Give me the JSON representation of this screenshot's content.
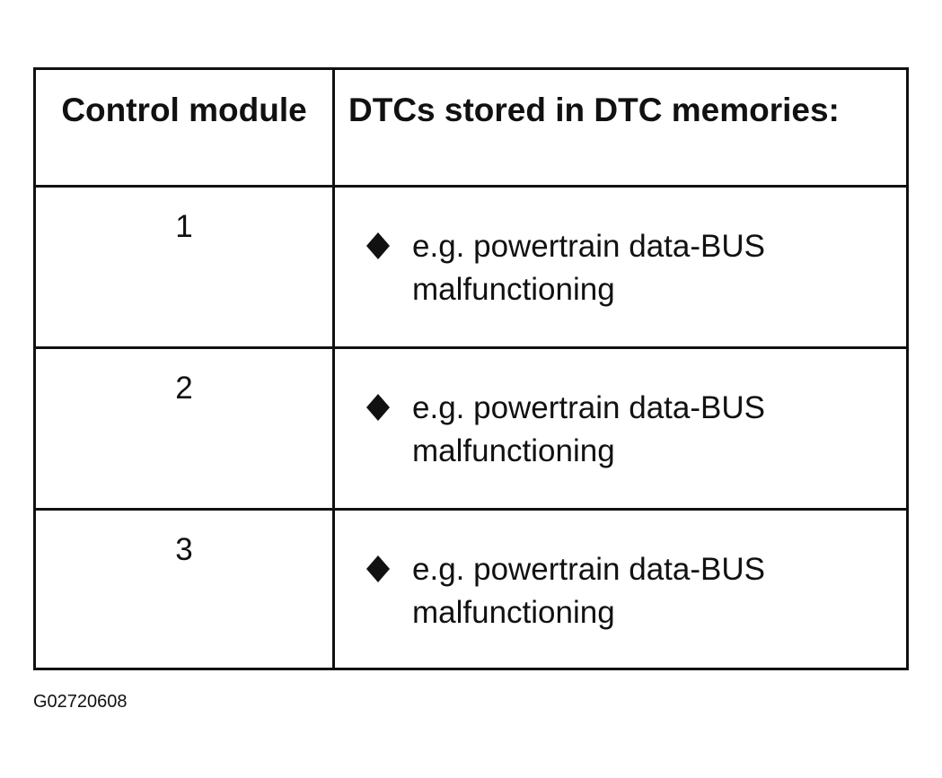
{
  "table": {
    "header": {
      "module_label": "Control module",
      "dtc_label": "DTCs stored in DTC memories:"
    },
    "rows": [
      {
        "module": "1",
        "dtc_text": "e.g. powertrain data-BUS malfunctioning",
        "bullet_icon": "diamond-bullet-icon"
      },
      {
        "module": "2",
        "dtc_text": "e.g. powertrain data-BUS malfunctioning",
        "bullet_icon": "diamond-bullet-icon"
      },
      {
        "module": "3",
        "dtc_text": "e.g. powertrain data-BUS malfunctioning",
        "bullet_icon": "diamond-bullet-icon"
      }
    ]
  },
  "figure_code": "G02720608"
}
